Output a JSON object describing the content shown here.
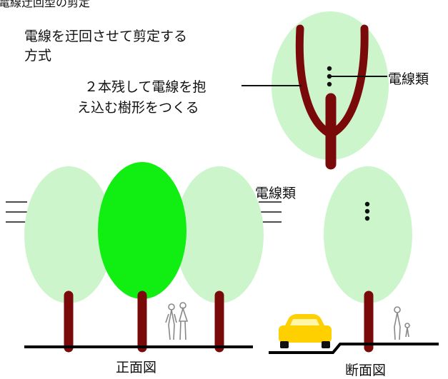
{
  "header": {
    "title_cut": "電線迂回型の剪定"
  },
  "description": {
    "line1": "電線を迂回させて剪定する",
    "line2": "方式"
  },
  "annotation": {
    "line1": "２本残して電線を抱",
    "line2": "え込む樹形をつくる"
  },
  "labels": {
    "wires_top": "電線類",
    "wires_front": "電線類",
    "front_view": "正面図",
    "section_view": "断面図"
  },
  "colors": {
    "crown_light": "#ccf5cc",
    "crown_highlight": "#11ee11",
    "trunk": "#7a0a0a",
    "car": "#ffd000",
    "ground": "#000000"
  }
}
